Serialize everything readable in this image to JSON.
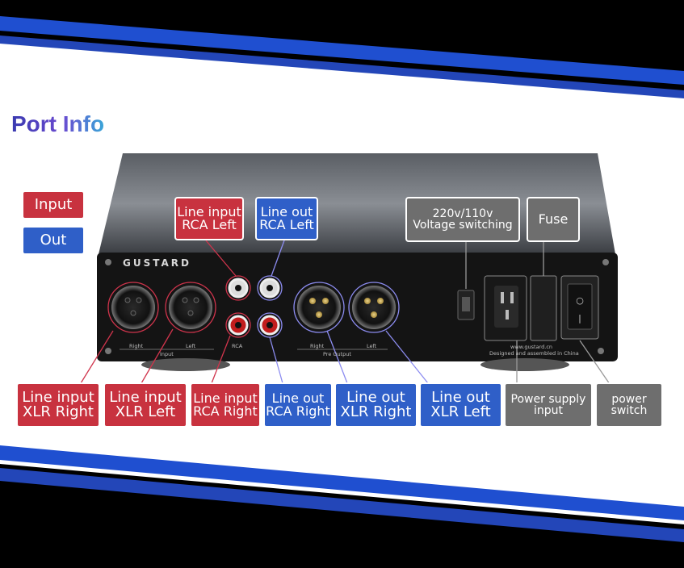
{
  "title": "Port Info",
  "legend": {
    "input": "Input",
    "out": "Out"
  },
  "brand": "GUSTARD",
  "panel": {
    "right": "Right",
    "left": "Left",
    "input": "Input",
    "rca": "RCA",
    "right2": "Right",
    "left2": "Left",
    "pre_output": "Pre Output",
    "website": "www.gustard.cn",
    "designed": "Designed and assembled in China"
  },
  "callouts": {
    "line_input_rca_left": [
      "Line input",
      "RCA Left"
    ],
    "line_out_rca_left": [
      "Line  out",
      "RCA Left"
    ],
    "voltage": [
      "220v/110v",
      "Voltage switching"
    ],
    "fuse": "Fuse",
    "line_input_xlr_right": [
      "Line input",
      "XLR Right"
    ],
    "line_input_xlr_left": [
      "Line input",
      "XLR Left"
    ],
    "line_input_rca_right": [
      "Line input",
      "RCA Right"
    ],
    "line_out_rca_right": [
      "Line  out",
      "RCA Right"
    ],
    "line_out_xlr_right": [
      "Line out",
      "XLR Right"
    ],
    "line_out_xlr_left": [
      "Line out",
      "XLR Left"
    ],
    "power_supply_input": [
      "Power supply",
      "input"
    ],
    "power_switch": [
      "power",
      "switch"
    ]
  },
  "colors": {
    "input": "#c8323f",
    "out": "#2f5fc8",
    "other": "#6e6e6e",
    "stripe": "#1f4fd0"
  }
}
